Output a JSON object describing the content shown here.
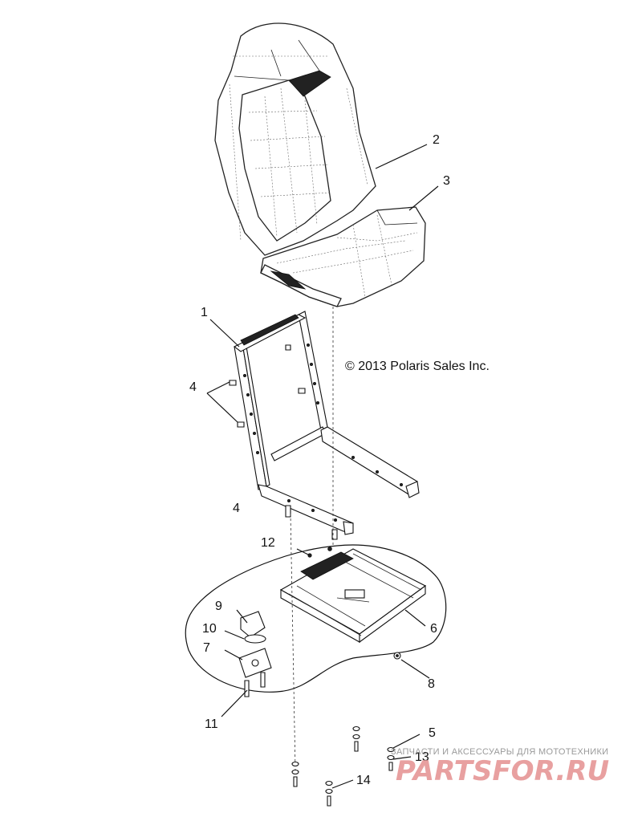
{
  "diagram": {
    "copyright": "© 2013 Polaris Sales Inc.",
    "callouts": [
      "1",
      "2",
      "3",
      "4",
      "4",
      "5",
      "6",
      "7",
      "8",
      "9",
      "10",
      "11",
      "12",
      "13",
      "14"
    ]
  },
  "watermark": {
    "tagline": "ЗАПЧАСТИ И АКСЕССУАРЫ ДЛЯ МОТОТЕХНИКИ",
    "logo": "PARTSFOR.RU"
  }
}
